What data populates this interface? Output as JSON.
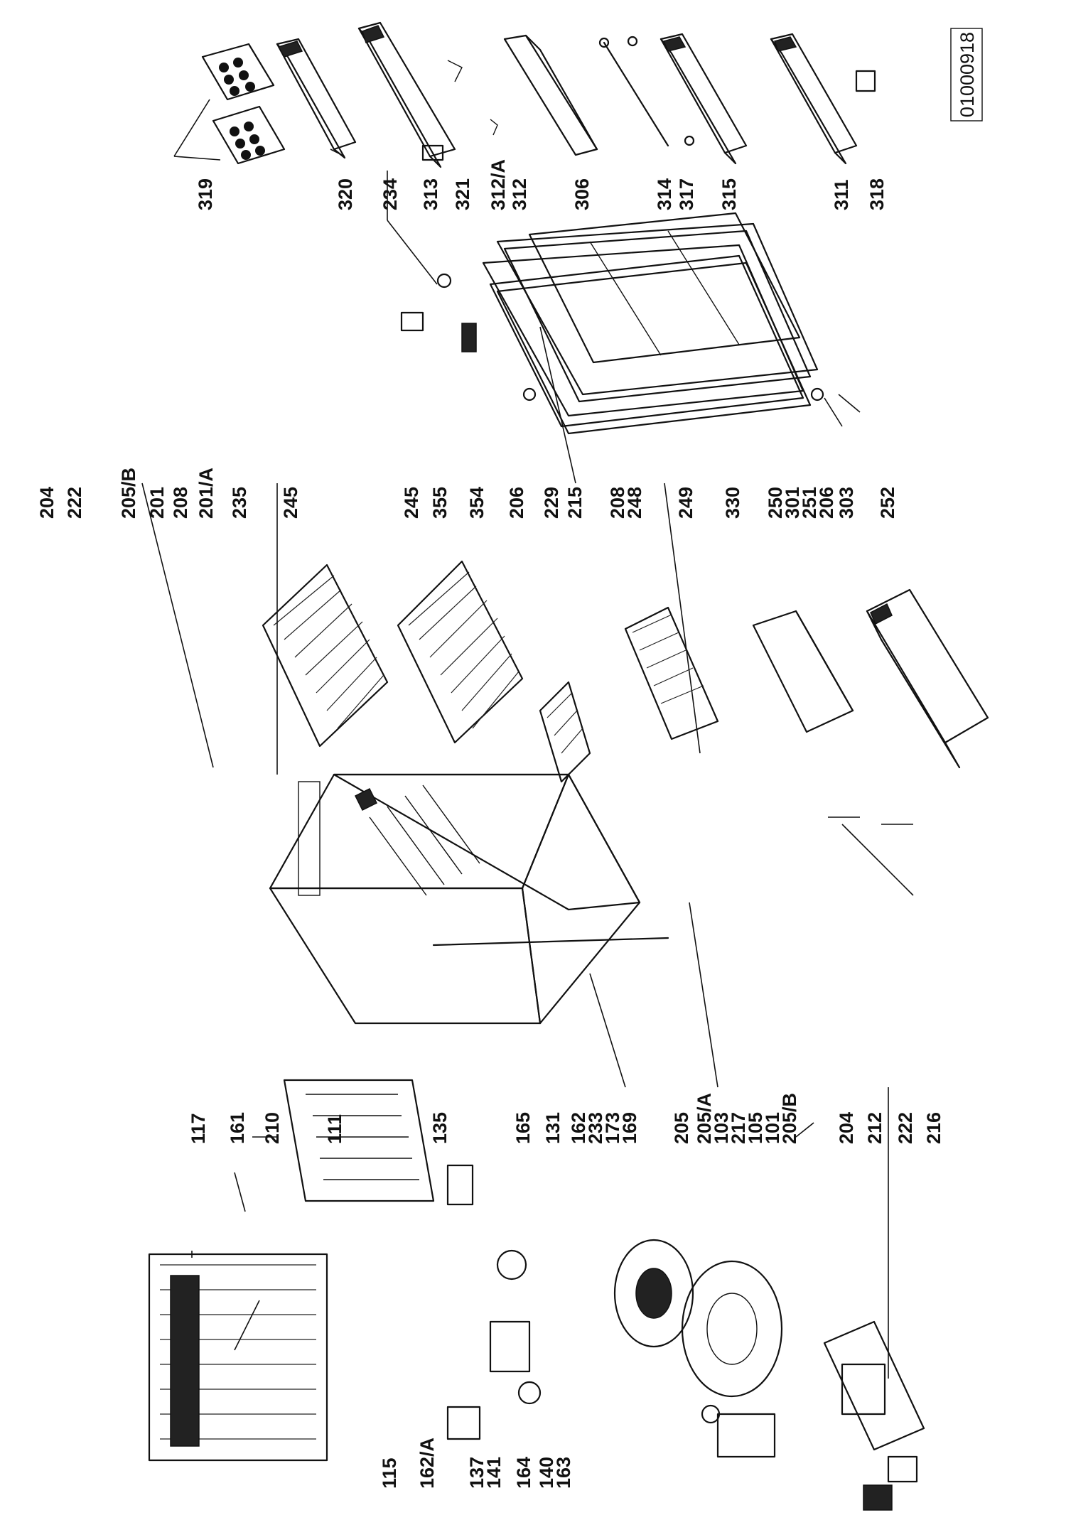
{
  "document_id": "01000918",
  "callouts": [
    {
      "id": "c319",
      "label": "319"
    },
    {
      "id": "c320",
      "label": "320"
    },
    {
      "id": "c234",
      "label": "234"
    },
    {
      "id": "c313",
      "label": "313"
    },
    {
      "id": "c321",
      "label": "321"
    },
    {
      "id": "c312a",
      "label": "312/A"
    },
    {
      "id": "c312",
      "label": "312"
    },
    {
      "id": "c306",
      "label": "306"
    },
    {
      "id": "c314",
      "label": "314"
    },
    {
      "id": "c317",
      "label": "317"
    },
    {
      "id": "c315",
      "label": "315"
    },
    {
      "id": "c311",
      "label": "311"
    },
    {
      "id": "c318",
      "label": "318"
    },
    {
      "id": "c204t",
      "label": "204"
    },
    {
      "id": "c222t",
      "label": "222"
    },
    {
      "id": "c205bt",
      "label": "205/B"
    },
    {
      "id": "c201",
      "label": "201"
    },
    {
      "id": "c208t",
      "label": "208"
    },
    {
      "id": "c201a",
      "label": "201/A"
    },
    {
      "id": "c235",
      "label": "235"
    },
    {
      "id": "c245a",
      "label": "245"
    },
    {
      "id": "c245b",
      "label": "245"
    },
    {
      "id": "c355",
      "label": "355"
    },
    {
      "id": "c354",
      "label": "354"
    },
    {
      "id": "c206a",
      "label": "206"
    },
    {
      "id": "c229",
      "label": "229"
    },
    {
      "id": "c215",
      "label": "215"
    },
    {
      "id": "c208b",
      "label": "208"
    },
    {
      "id": "c248",
      "label": "248"
    },
    {
      "id": "c249",
      "label": "249"
    },
    {
      "id": "c330",
      "label": "330"
    },
    {
      "id": "c250",
      "label": "250"
    },
    {
      "id": "c301",
      "label": "301"
    },
    {
      "id": "c251",
      "label": "251"
    },
    {
      "id": "c206b",
      "label": "206"
    },
    {
      "id": "c303",
      "label": "303"
    },
    {
      "id": "c252",
      "label": "252"
    },
    {
      "id": "c117",
      "label": "117"
    },
    {
      "id": "c161",
      "label": "161"
    },
    {
      "id": "c210",
      "label": "210"
    },
    {
      "id": "c111",
      "label": "111"
    },
    {
      "id": "c135",
      "label": "135"
    },
    {
      "id": "c165",
      "label": "165"
    },
    {
      "id": "c131",
      "label": "131"
    },
    {
      "id": "c162",
      "label": "162"
    },
    {
      "id": "c233",
      "label": "233"
    },
    {
      "id": "c173",
      "label": "173"
    },
    {
      "id": "c169",
      "label": "169"
    },
    {
      "id": "c205",
      "label": "205"
    },
    {
      "id": "c205a",
      "label": "205/A"
    },
    {
      "id": "c103",
      "label": "103"
    },
    {
      "id": "c217",
      "label": "217"
    },
    {
      "id": "c105",
      "label": "105"
    },
    {
      "id": "c101",
      "label": "101"
    },
    {
      "id": "c205bb",
      "label": "205/B"
    },
    {
      "id": "c204b",
      "label": "204"
    },
    {
      "id": "c212",
      "label": "212"
    },
    {
      "id": "c222b",
      "label": "222"
    },
    {
      "id": "c216",
      "label": "216"
    },
    {
      "id": "c115",
      "label": "115"
    },
    {
      "id": "c162a",
      "label": "162/A"
    },
    {
      "id": "c137",
      "label": "137"
    },
    {
      "id": "c141",
      "label": "141"
    },
    {
      "id": "c164",
      "label": "164"
    },
    {
      "id": "c140",
      "label": "140"
    },
    {
      "id": "c163",
      "label": "163"
    }
  ]
}
